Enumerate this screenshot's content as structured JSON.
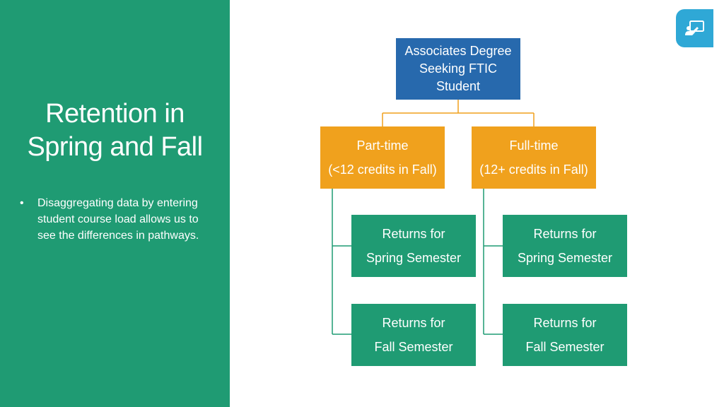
{
  "title": {
    "line1": "Retention in",
    "line2": "Spring and Fall"
  },
  "bullets": [
    "Disaggregating data by entering student course load allows us to see the differences in pathways."
  ],
  "diagram": {
    "root": {
      "line1": "Associates Degree",
      "line2": "Seeking FTIC",
      "line3": "Student"
    },
    "part_time": {
      "label": "Part-time",
      "detail": "(<12 credits in Fall)",
      "spring": {
        "line1": "Returns for",
        "line2": "Spring Semester"
      },
      "fall": {
        "line1": "Returns for",
        "line2": "Fall Semester"
      }
    },
    "full_time": {
      "label": "Full-time",
      "detail": "(12+ credits in Fall)",
      "spring": {
        "line1": "Returns for",
        "line2": "Spring Semester"
      },
      "fall": {
        "line1": "Returns for",
        "line2": "Fall Semester"
      }
    }
  },
  "icon_name": "presenter-icon",
  "colors": {
    "left_panel": "#1f9b73",
    "root_node": "#2769ad",
    "branch_nodes": "#f0a11d",
    "leaf_nodes": "#1f9b73",
    "connector_branch": "#f0a11d",
    "connector_leaf": "#1f9b73",
    "badge": "#2fa8d6"
  }
}
